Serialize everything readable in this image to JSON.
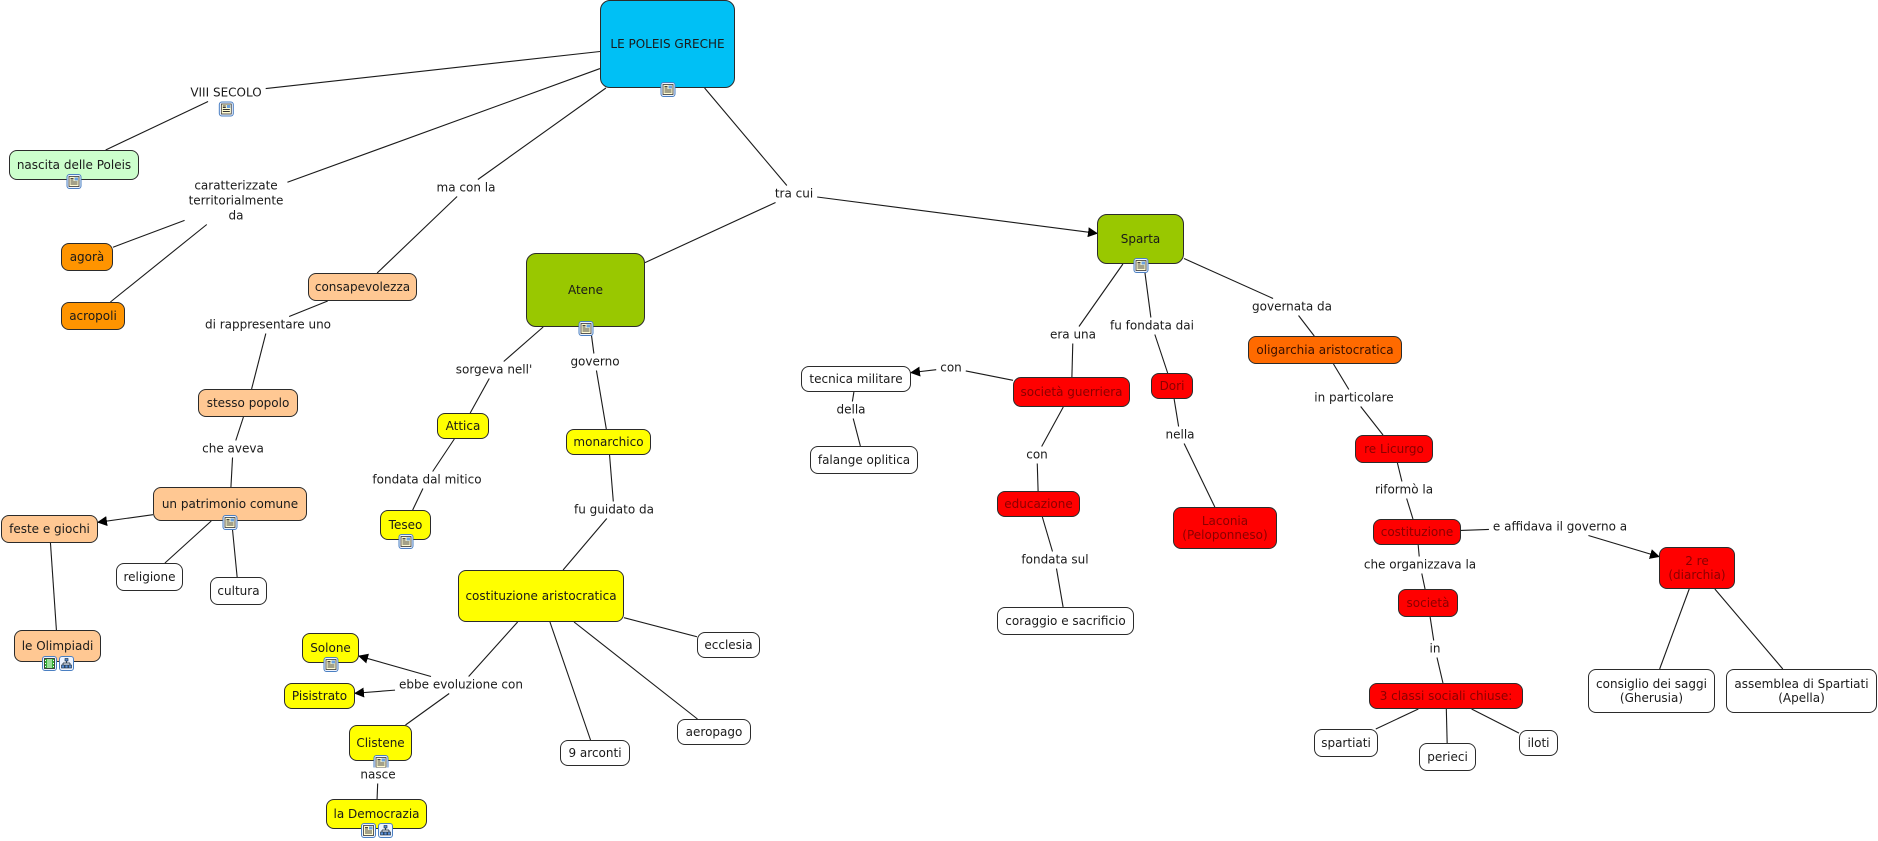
{
  "title": "LE POLEIS GRECHE",
  "colors": {
    "root": "#00c0f5",
    "city": "#99c800",
    "light_green": "#ccffcc",
    "orange": "#ff9400",
    "peach": "#ffc893",
    "yellow": "#ffff00",
    "red": "#ff0000",
    "dark_orange": "#ff6a00",
    "white": "#ffffff",
    "red_text": "#8a0000"
  },
  "nodes": [
    {
      "id": "root",
      "label": "LE POLEIS GRECHE",
      "color": "root",
      "icons": [
        "resource-doc-icon"
      ]
    },
    {
      "id": "nascita",
      "label": "nascita delle Poleis",
      "color": "light_green",
      "icons": [
        "resource-doc-icon"
      ]
    },
    {
      "id": "agora",
      "label": "agorà",
      "color": "orange",
      "icons": []
    },
    {
      "id": "acropoli",
      "label": "acropoli",
      "color": "orange",
      "icons": []
    },
    {
      "id": "consapevolezza",
      "label": "consapevolezza",
      "color": "peach",
      "icons": []
    },
    {
      "id": "stesso",
      "label": "stesso popolo",
      "color": "peach",
      "icons": []
    },
    {
      "id": "patrimonio",
      "label": "un patrimonio comune",
      "color": "peach",
      "icons": [
        "resource-doc-icon"
      ]
    },
    {
      "id": "feste",
      "label": "feste e giochi",
      "color": "peach",
      "icons": []
    },
    {
      "id": "olimpiadi",
      "label": "le Olimpiadi",
      "color": "peach",
      "icons": [
        "video-icon",
        "concept-map-icon"
      ]
    },
    {
      "id": "religione",
      "label": "religione",
      "color": "white",
      "icons": []
    },
    {
      "id": "cultura",
      "label": "cultura",
      "color": "white",
      "icons": []
    },
    {
      "id": "atene",
      "label": "Atene",
      "color": "city",
      "icons": [
        "resource-doc-icon"
      ]
    },
    {
      "id": "attica",
      "label": "Attica",
      "color": "yellow",
      "icons": []
    },
    {
      "id": "teseo",
      "label": "Teseo",
      "color": "yellow",
      "icons": [
        "resource-doc-icon"
      ]
    },
    {
      "id": "monarchico",
      "label": "monarchico",
      "color": "yellow",
      "icons": []
    },
    {
      "id": "costituzione_ar",
      "label": "costituzione aristocratica",
      "color": "yellow",
      "icons": []
    },
    {
      "id": "solone",
      "label": "Solone",
      "color": "yellow",
      "icons": [
        "resource-doc-icon"
      ]
    },
    {
      "id": "pisistrato",
      "label": "Pisistrato",
      "color": "yellow",
      "icons": []
    },
    {
      "id": "clistene",
      "label": "Clistene",
      "color": "yellow",
      "icons": [
        "resource-doc-icon"
      ]
    },
    {
      "id": "democrazia",
      "label": "la Democrazia",
      "color": "yellow",
      "icons": [
        "resource-doc-icon",
        "concept-map-icon"
      ]
    },
    {
      "id": "ecclesia",
      "label": "ecclesia",
      "color": "white",
      "icons": []
    },
    {
      "id": "aeropago",
      "label": "aeropago",
      "color": "white",
      "icons": []
    },
    {
      "id": "arconti",
      "label": "9 arconti",
      "color": "white",
      "icons": []
    },
    {
      "id": "sparta",
      "label": "Sparta",
      "color": "city",
      "icons": [
        "resource-doc-icon"
      ]
    },
    {
      "id": "guerriera",
      "label": "società guerriera",
      "color": "red",
      "icons": []
    },
    {
      "id": "tecnica",
      "label": "tecnica militare",
      "color": "white",
      "icons": []
    },
    {
      "id": "falange",
      "label": "falange oplitica",
      "color": "white",
      "icons": []
    },
    {
      "id": "educazione",
      "label": "educazione",
      "color": "red",
      "icons": []
    },
    {
      "id": "coraggio",
      "label": "coraggio e sacrificio",
      "color": "white",
      "icons": []
    },
    {
      "id": "dori",
      "label": "Dori",
      "color": "red",
      "icons": []
    },
    {
      "id": "laconia",
      "label": "Laconia\n(Peloponneso)",
      "color": "red",
      "icons": []
    },
    {
      "id": "oligarchia",
      "label": "oligarchia aristocratica",
      "color": "dark_orange",
      "icons": []
    },
    {
      "id": "licurgo",
      "label": "re Licurgo",
      "color": "red",
      "icons": []
    },
    {
      "id": "costituzione_sp",
      "label": "costituzione",
      "color": "red",
      "icons": []
    },
    {
      "id": "societa",
      "label": "società",
      "color": "red",
      "icons": []
    },
    {
      "id": "classi",
      "label": "3 classi sociali chiuse:",
      "color": "red",
      "icons": []
    },
    {
      "id": "spartiati",
      "label": "spartiati",
      "color": "white",
      "icons": []
    },
    {
      "id": "perieci",
      "label": "perieci",
      "color": "white",
      "icons": []
    },
    {
      "id": "iloti",
      "label": "iloti",
      "color": "white",
      "icons": []
    },
    {
      "id": "re2",
      "label": "2 re\n(diarchia)",
      "color": "red",
      "icons": []
    },
    {
      "id": "gherusia",
      "label": "consiglio dei saggi\n(Gherusia)",
      "color": "white",
      "icons": []
    },
    {
      "id": "apella",
      "label": "assemblea di Spartiati\n(Apella)",
      "color": "white",
      "icons": []
    }
  ],
  "link_labels": [
    {
      "id": "l_viii",
      "label": "VIII SECOLO",
      "icons": [
        "resource-doc-icon"
      ]
    },
    {
      "id": "l_caratt",
      "label": "caratterizzate\nterritorialmente\nda",
      "icons": []
    },
    {
      "id": "l_ma",
      "label": "ma con la",
      "icons": []
    },
    {
      "id": "l_tra",
      "label": "tra cui",
      "icons": []
    },
    {
      "id": "l_dirapp",
      "label": "di rappresentare uno",
      "icons": []
    },
    {
      "id": "l_cheaveva",
      "label": "che aveva",
      "icons": []
    },
    {
      "id": "l_sorgeva",
      "label": "sorgeva nell'",
      "icons": []
    },
    {
      "id": "l_governo",
      "label": "governo",
      "icons": []
    },
    {
      "id": "l_fondata_mitico",
      "label": "fondata dal mitico",
      "icons": []
    },
    {
      "id": "l_guidato",
      "label": "fu guidato da",
      "icons": []
    },
    {
      "id": "l_ebbe",
      "label": "ebbe evoluzione con",
      "icons": []
    },
    {
      "id": "l_nasce",
      "label": "nasce",
      "icons": []
    },
    {
      "id": "l_erauna",
      "label": "era una",
      "icons": []
    },
    {
      "id": "l_fondata_dai",
      "label": "fu fondata dai",
      "icons": []
    },
    {
      "id": "l_governata",
      "label": "governata da",
      "icons": []
    },
    {
      "id": "l_con1",
      "label": "con",
      "icons": []
    },
    {
      "id": "l_della",
      "label": "della",
      "icons": []
    },
    {
      "id": "l_con2",
      "label": "con",
      "icons": []
    },
    {
      "id": "l_fondata_sul",
      "label": "fondata sul",
      "icons": []
    },
    {
      "id": "l_nella",
      "label": "nella",
      "icons": []
    },
    {
      "id": "l_particolare",
      "label": "in particolare",
      "icons": []
    },
    {
      "id": "l_riformo",
      "label": "riformò la",
      "icons": []
    },
    {
      "id": "l_affidava",
      "label": "e affidava il governo a",
      "icons": []
    },
    {
      "id": "l_organizzava",
      "label": "che organizzava la",
      "icons": []
    },
    {
      "id": "l_in",
      "label": "in",
      "icons": []
    }
  ],
  "connections": [
    {
      "from": "root",
      "via": "l_viii",
      "to": "nascita",
      "arrow": false
    },
    {
      "from": "root",
      "via": "l_caratt",
      "to": "agora",
      "arrow": false
    },
    {
      "from": "l_caratt",
      "to": "acropoli",
      "arrow": false
    },
    {
      "from": "root",
      "via": "l_ma",
      "to": "consapevolezza",
      "arrow": false
    },
    {
      "from": "root",
      "via": "l_tra",
      "to": "atene",
      "arrow": false
    },
    {
      "from": "l_tra",
      "to": "sparta",
      "arrow": true
    },
    {
      "from": "consapevolezza",
      "via": "l_dirapp",
      "to": "stesso",
      "arrow": false
    },
    {
      "from": "stesso",
      "via": "l_cheaveva",
      "to": "patrimonio",
      "arrow": false
    },
    {
      "from": "patrimonio",
      "to": "feste",
      "arrow": true
    },
    {
      "from": "patrimonio",
      "to": "religione",
      "arrow": false
    },
    {
      "from": "patrimonio",
      "to": "cultura",
      "arrow": false
    },
    {
      "from": "feste",
      "to": "olimpiadi",
      "arrow": false
    },
    {
      "from": "atene",
      "via": "l_sorgeva",
      "to": "attica",
      "arrow": false
    },
    {
      "from": "attica",
      "via": "l_fondata_mitico",
      "to": "teseo",
      "arrow": false
    },
    {
      "from": "atene",
      "via": "l_governo",
      "to": "monarchico",
      "arrow": false
    },
    {
      "from": "monarchico",
      "via": "l_guidato",
      "to": "costituzione_ar",
      "arrow": false
    },
    {
      "from": "costituzione_ar",
      "via": "l_ebbe",
      "to": "solone",
      "arrow": true
    },
    {
      "from": "l_ebbe",
      "to": "pisistrato",
      "arrow": true
    },
    {
      "from": "l_ebbe",
      "to": "clistene",
      "arrow": false
    },
    {
      "from": "clistene",
      "via": "l_nasce",
      "to": "democrazia",
      "arrow": false
    },
    {
      "from": "costituzione_ar",
      "to": "ecclesia",
      "arrow": false
    },
    {
      "from": "costituzione_ar",
      "to": "aeropago",
      "arrow": false
    },
    {
      "from": "costituzione_ar",
      "to": "arconti",
      "arrow": false
    },
    {
      "from": "sparta",
      "via": "l_erauna",
      "to": "guerriera",
      "arrow": false
    },
    {
      "from": "guerriera",
      "via": "l_con1",
      "to": "tecnica",
      "arrow": true
    },
    {
      "from": "tecnica",
      "via": "l_della",
      "to": "falange",
      "arrow": false
    },
    {
      "from": "guerriera",
      "via": "l_con2",
      "to": "educazione",
      "arrow": false
    },
    {
      "from": "educazione",
      "via": "l_fondata_sul",
      "to": "coraggio",
      "arrow": false
    },
    {
      "from": "sparta",
      "via": "l_fondata_dai",
      "to": "dori",
      "arrow": false
    },
    {
      "from": "dori",
      "via": "l_nella",
      "to": "laconia",
      "arrow": false
    },
    {
      "from": "sparta",
      "via": "l_governata",
      "to": "oligarchia",
      "arrow": false
    },
    {
      "from": "oligarchia",
      "via": "l_particolare",
      "to": "licurgo",
      "arrow": false
    },
    {
      "from": "licurgo",
      "via": "l_riformo",
      "to": "costituzione_sp",
      "arrow": false
    },
    {
      "from": "costituzione_sp",
      "via": "l_affidava",
      "to": "re2",
      "arrow": true
    },
    {
      "from": "costituzione_sp",
      "via": "l_organizzava",
      "to": "societa",
      "arrow": false
    },
    {
      "from": "societa",
      "via": "l_in",
      "to": "classi",
      "arrow": false
    },
    {
      "from": "classi",
      "to": "spartiati",
      "arrow": false
    },
    {
      "from": "classi",
      "to": "perieci",
      "arrow": false
    },
    {
      "from": "classi",
      "to": "iloti",
      "arrow": false
    },
    {
      "from": "re2",
      "to": "gherusia",
      "arrow": false
    },
    {
      "from": "re2",
      "to": "apella",
      "arrow": false
    }
  ]
}
